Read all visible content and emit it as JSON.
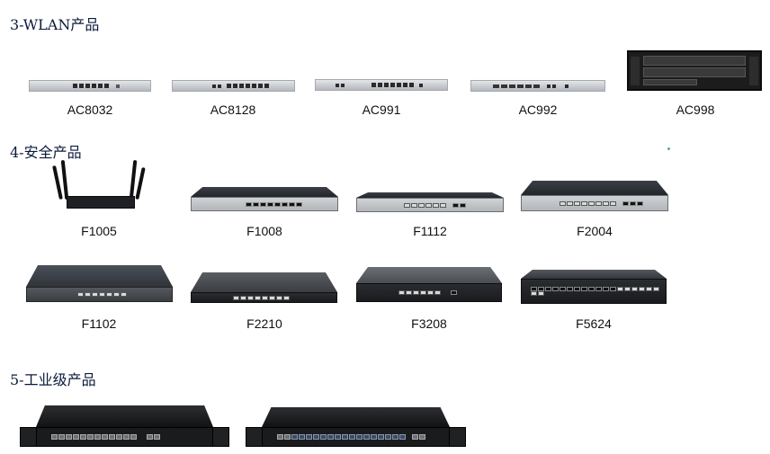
{
  "sections": {
    "wlan": {
      "title": "3-WLAN产品"
    },
    "security": {
      "title": "4-安全产品"
    },
    "industrial": {
      "title": "5-工业级产品"
    }
  },
  "wlan_products": [
    {
      "label": "AC8032"
    },
    {
      "label": "AC8128"
    },
    {
      "label": "AC991"
    },
    {
      "label": "AC992"
    },
    {
      "label": "AC998"
    }
  ],
  "security_products": [
    {
      "label": "F1005"
    },
    {
      "label": "F1008"
    },
    {
      "label": "F1112"
    },
    {
      "label": "F2004"
    },
    {
      "label": "F1102"
    },
    {
      "label": "F2210"
    },
    {
      "label": "F3208"
    },
    {
      "label": "F5624"
    }
  ],
  "colors": {
    "section_title": "#0b1a3a",
    "label": "#111111",
    "background": "#ffffff"
  }
}
